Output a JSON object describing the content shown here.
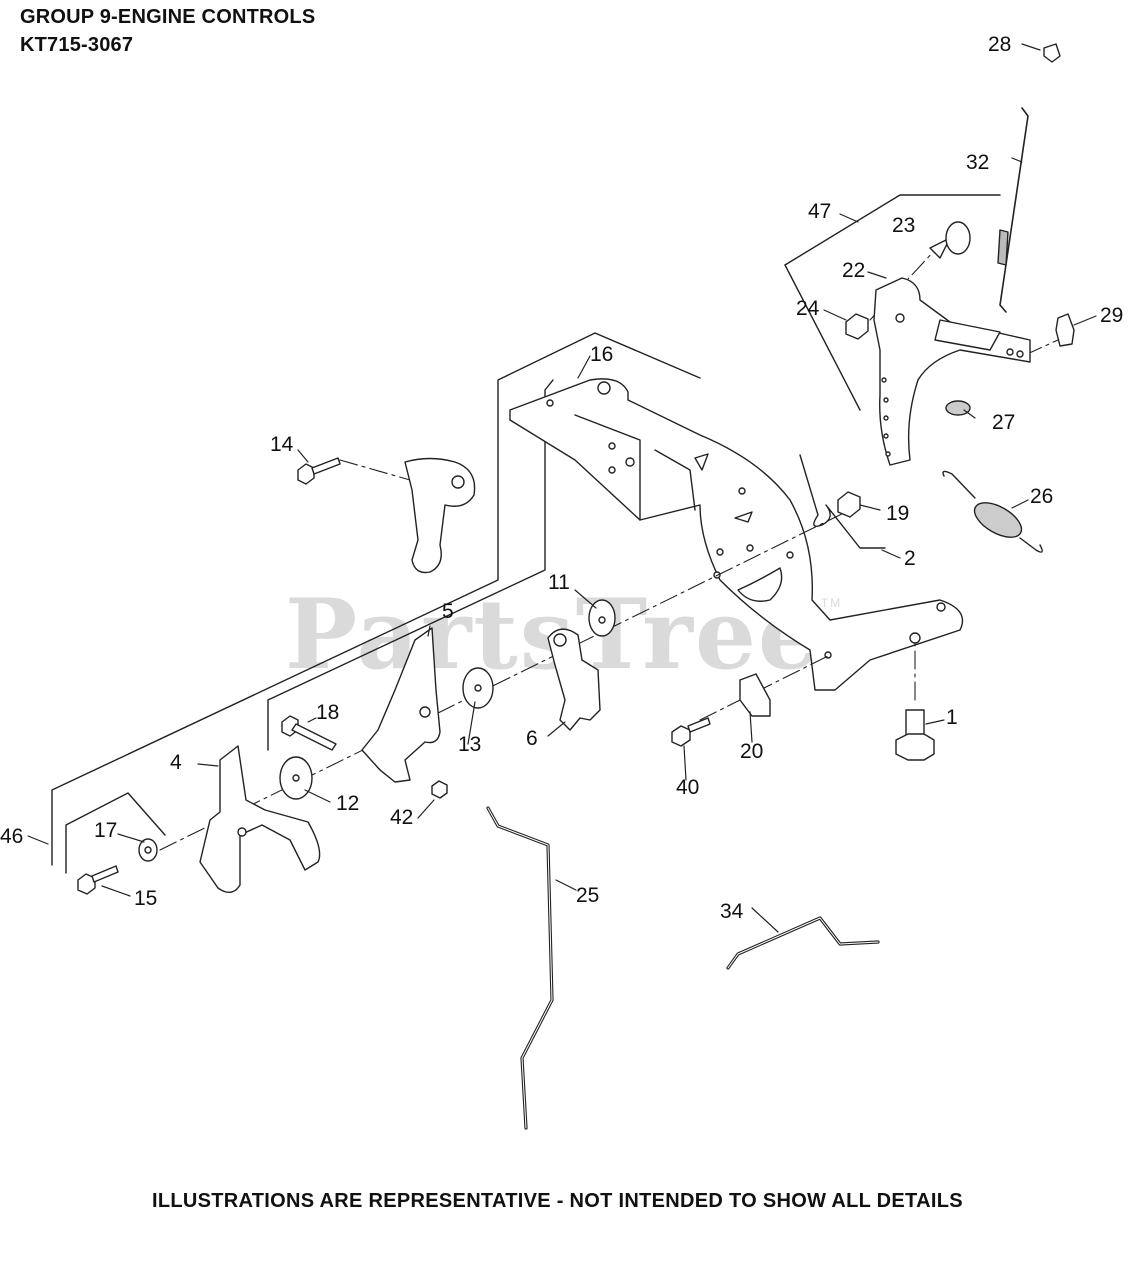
{
  "header": {
    "group_title": "GROUP 9-ENGINE CONTROLS",
    "model_number": "KT715-3067"
  },
  "footer_note": "ILLUSTRATIONS ARE REPRESENTATIVE - NOT INTENDED TO SHOW ALL DETAILS",
  "watermark": {
    "text": "PartsTree",
    "trademark": "TM"
  },
  "callouts": {
    "c1": "1",
    "c2": "2",
    "c4": "4",
    "c5": "5",
    "c6": "6",
    "c11": "11",
    "c12": "12",
    "c13": "13",
    "c14": "14",
    "c15": "15",
    "c16": "16",
    "c17": "17",
    "c18": "18",
    "c19": "19",
    "c20": "20",
    "c22": "22",
    "c23": "23",
    "c24": "24",
    "c25": "25",
    "c26": "26",
    "c27": "27",
    "c28": "28",
    "c29": "29",
    "c32": "32",
    "c34": "34",
    "c40": "40",
    "c42": "42",
    "c46": "46",
    "c47": "47"
  }
}
